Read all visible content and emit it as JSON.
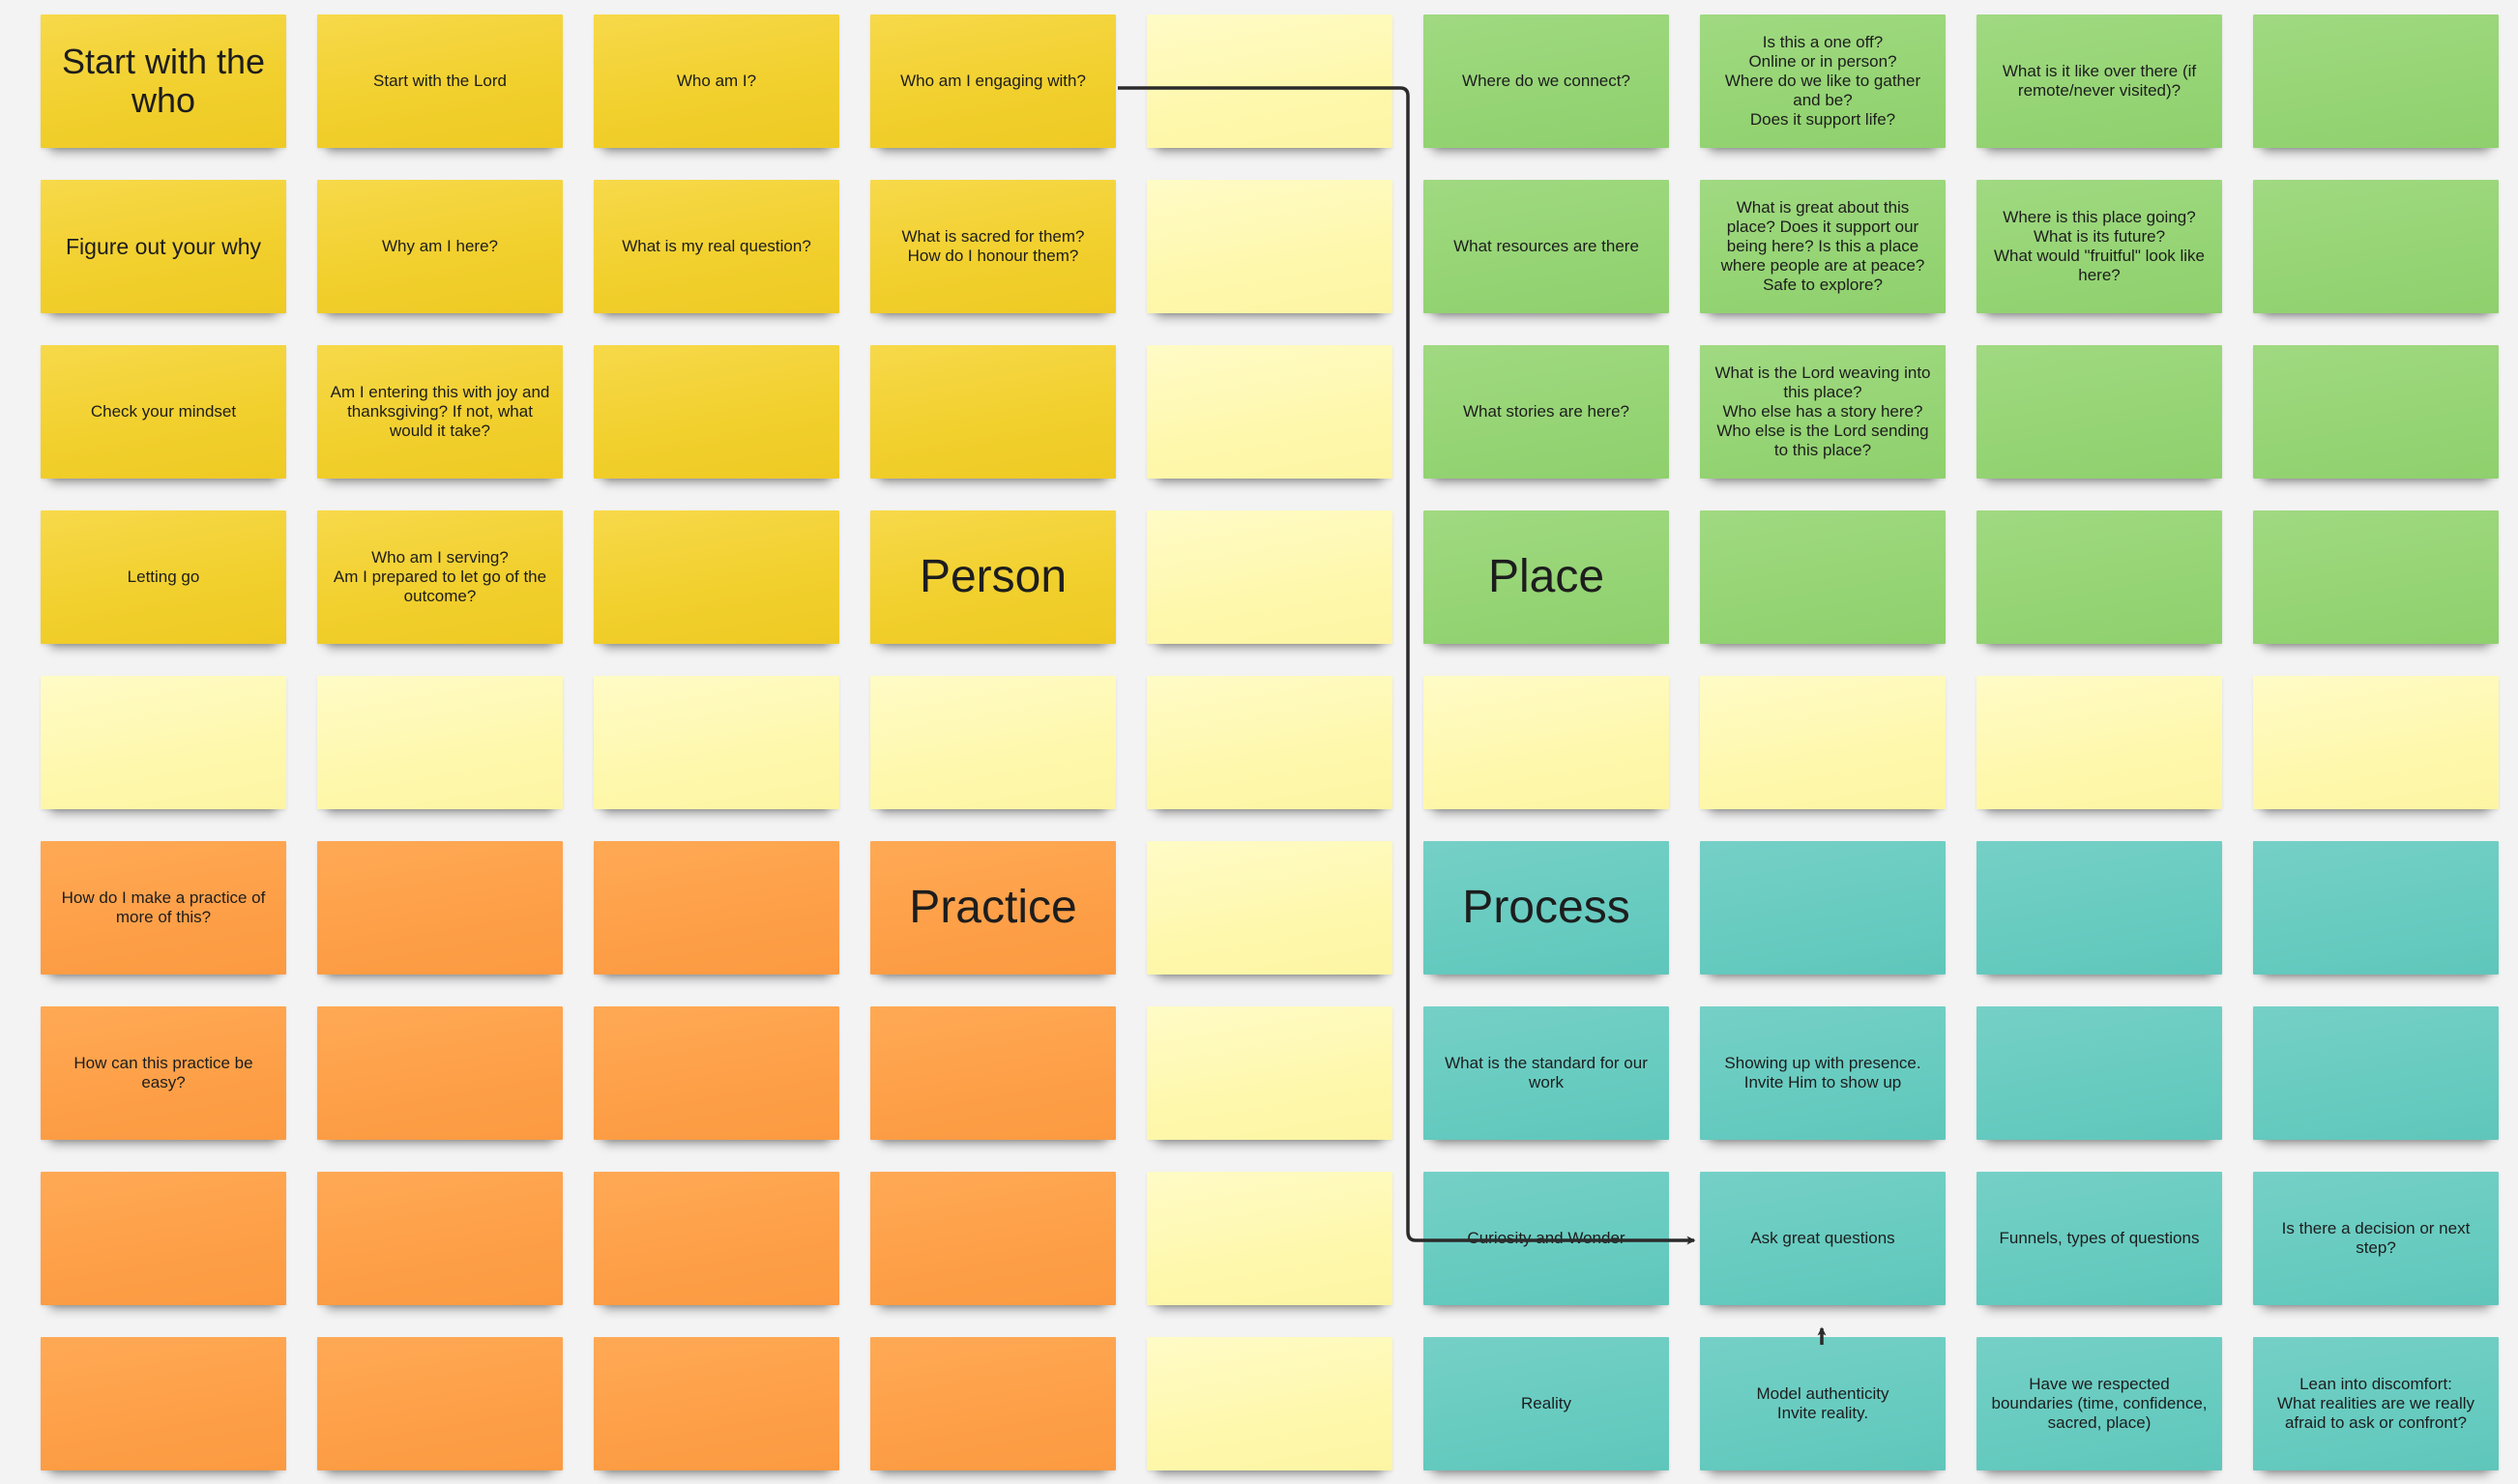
{
  "colors": {
    "yellow": "#f1cf2c",
    "light_yellow": "#fef8ad",
    "orange": "#fd9f47",
    "green": "#95d474",
    "teal": "#67cbc0",
    "connector": "#2b2b2b",
    "canvas": "#f3f3f3"
  },
  "board": {
    "rows": [
      {
        "notes": [
          {
            "color": "yellow",
            "text": "Start with the\nwho",
            "size": "big"
          },
          {
            "color": "yellow",
            "text": "Start with the Lord"
          },
          {
            "color": "yellow",
            "text": "Who am I?"
          },
          {
            "color": "yellow",
            "text": "Who am I engaging with?"
          },
          {
            "color": "light",
            "text": ""
          },
          {
            "color": "green",
            "text": "Where do we connect?"
          },
          {
            "color": "green",
            "text": "Is this a one off?\nOnline or in person?\nWhere do we like to gather and be?\nDoes it support life?"
          },
          {
            "color": "green",
            "text": "What is it like over there (if remote/never visited)?"
          },
          {
            "color": "green",
            "text": ""
          }
        ]
      },
      {
        "notes": [
          {
            "color": "yellow",
            "text": "Figure out your why",
            "size": "med"
          },
          {
            "color": "yellow",
            "text": "Why am I here?"
          },
          {
            "color": "yellow",
            "text": "What is my real question?"
          },
          {
            "color": "yellow",
            "text": "What is sacred for them?\nHow do I honour them?"
          },
          {
            "color": "light",
            "text": ""
          },
          {
            "color": "green",
            "text": "What resources are there"
          },
          {
            "color": "green",
            "text": "What is great about this place? Does it support our being here? Is this a place where people are at peace? Safe to explore?"
          },
          {
            "color": "green",
            "text": "Where is this place going?\nWhat is its future?\nWhat would \"fruitful\" look like here?"
          },
          {
            "color": "green",
            "text": ""
          }
        ]
      },
      {
        "notes": [
          {
            "color": "yellow",
            "text": "Check your mindset"
          },
          {
            "color": "yellow",
            "text": "Am I entering this with joy and thanksgiving? If not, what would it take?"
          },
          {
            "color": "yellow",
            "text": ""
          },
          {
            "color": "yellow",
            "text": ""
          },
          {
            "color": "light",
            "text": ""
          },
          {
            "color": "green",
            "text": "What stories are here?"
          },
          {
            "color": "green",
            "text": "What is the Lord weaving into this place?\nWho else has a story here?\nWho else is the Lord sending to this place?"
          },
          {
            "color": "green",
            "text": ""
          },
          {
            "color": "green",
            "text": ""
          }
        ]
      },
      {
        "notes": [
          {
            "color": "yellow",
            "text": "Letting go"
          },
          {
            "color": "yellow",
            "text": "Who am I serving?\nAm I prepared to let go of the outcome?"
          },
          {
            "color": "yellow",
            "text": ""
          },
          {
            "color": "yellow",
            "text": "Person",
            "size": "h"
          },
          {
            "color": "light",
            "text": ""
          },
          {
            "color": "green",
            "text": "Place",
            "size": "h"
          },
          {
            "color": "green",
            "text": ""
          },
          {
            "color": "green",
            "text": ""
          },
          {
            "color": "green",
            "text": ""
          }
        ]
      },
      {
        "notes": [
          {
            "color": "light",
            "text": ""
          },
          {
            "color": "light",
            "text": ""
          },
          {
            "color": "light",
            "text": ""
          },
          {
            "color": "light",
            "text": ""
          },
          {
            "color": "light",
            "text": ""
          },
          {
            "color": "light",
            "text": ""
          },
          {
            "color": "light",
            "text": ""
          },
          {
            "color": "light",
            "text": ""
          },
          {
            "color": "light",
            "text": ""
          }
        ]
      },
      {
        "notes": [
          {
            "color": "orange",
            "text": "How do I make a practice of more of this?"
          },
          {
            "color": "orange",
            "text": ""
          },
          {
            "color": "orange",
            "text": ""
          },
          {
            "color": "orange",
            "text": "Practice",
            "size": "h"
          },
          {
            "color": "light",
            "text": ""
          },
          {
            "color": "teal",
            "text": "Process",
            "size": "h"
          },
          {
            "color": "teal",
            "text": ""
          },
          {
            "color": "teal",
            "text": ""
          },
          {
            "color": "teal",
            "text": ""
          }
        ]
      },
      {
        "notes": [
          {
            "color": "orange",
            "text": "How can this practice be easy?"
          },
          {
            "color": "orange",
            "text": ""
          },
          {
            "color": "orange",
            "text": ""
          },
          {
            "color": "orange",
            "text": ""
          },
          {
            "color": "light",
            "text": ""
          },
          {
            "color": "teal",
            "text": "What is the standard for our work"
          },
          {
            "color": "teal",
            "text": "Showing up with presence.\nInvite Him to show up"
          },
          {
            "color": "teal",
            "text": ""
          },
          {
            "color": "teal",
            "text": ""
          }
        ]
      },
      {
        "notes": [
          {
            "color": "orange",
            "text": ""
          },
          {
            "color": "orange",
            "text": ""
          },
          {
            "color": "orange",
            "text": ""
          },
          {
            "color": "orange",
            "text": ""
          },
          {
            "color": "light",
            "text": ""
          },
          {
            "color": "teal",
            "text": "Curiosity and Wonder"
          },
          {
            "color": "teal",
            "text": "Ask great questions"
          },
          {
            "color": "teal",
            "text": "Funnels, types of questions"
          },
          {
            "color": "teal",
            "text": "Is there a decision or next step?"
          }
        ]
      },
      {
        "notes": [
          {
            "color": "orange",
            "text": ""
          },
          {
            "color": "orange",
            "text": ""
          },
          {
            "color": "orange",
            "text": ""
          },
          {
            "color": "orange",
            "text": ""
          },
          {
            "color": "light",
            "text": ""
          },
          {
            "color": "teal",
            "text": "Reality"
          },
          {
            "color": "teal",
            "text": "Model authenticity\nInvite reality."
          },
          {
            "color": "teal",
            "text": "Have we respected boundaries (time, confidence, sacred, place)"
          },
          {
            "color": "teal",
            "text": "Lean into discomfort:\nWhat realities are we really afraid to ask or confront?"
          }
        ]
      }
    ],
    "connectors": [
      {
        "name": "connector-engaging-to-questions",
        "from": "r0c3",
        "to": "r7c6",
        "arrow": "end"
      },
      {
        "name": "connector-authenticity-to-questions",
        "from": "r8c6",
        "to": "r7c6",
        "arrow": "end"
      }
    ]
  }
}
